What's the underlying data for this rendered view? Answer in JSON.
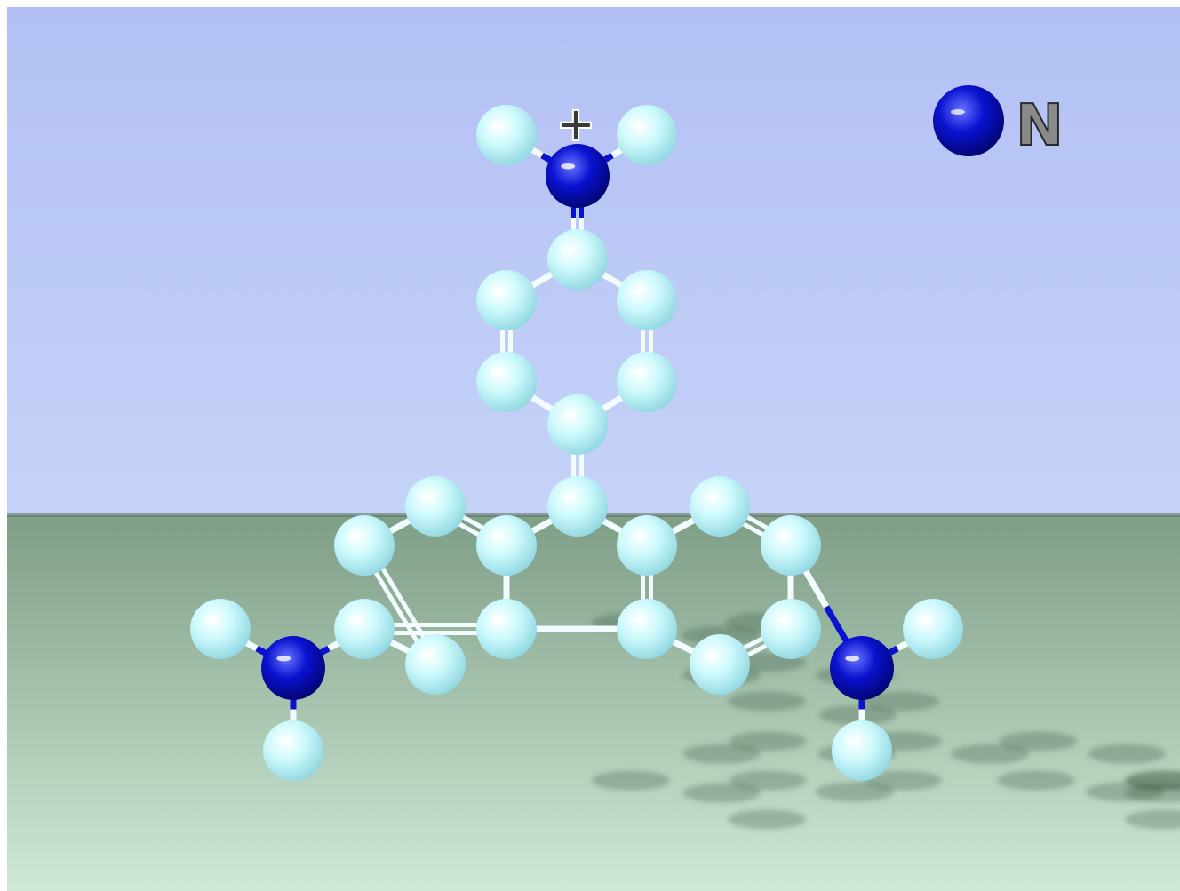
{
  "legend": {
    "symbol": "N",
    "atom_color": "#0a12d0"
  },
  "charge": "+",
  "colors": {
    "sky_top": "#b3c0f4",
    "sky_bottom": "#c5d3f8",
    "floor_top": "#7f9e86",
    "floor_bottom": "#cfe9d6",
    "carbon_atom": "#cdfafc",
    "nitrogen_atom": "#0a12d0",
    "bond": "#f2fbfd"
  },
  "molecule": {
    "atoms": [
      {
        "id": "h1",
        "el": "H"
      },
      {
        "id": "h2",
        "el": "H"
      },
      {
        "id": "n1",
        "el": "N"
      },
      {
        "id": "c1",
        "el": "C"
      },
      {
        "id": "c2",
        "el": "C"
      },
      {
        "id": "c3",
        "el": "C"
      },
      {
        "id": "c4",
        "el": "C"
      },
      {
        "id": "c5",
        "el": "C"
      },
      {
        "id": "c6",
        "el": "C"
      },
      {
        "id": "c7",
        "el": "C"
      },
      {
        "id": "c8",
        "el": "C"
      },
      {
        "id": "c9",
        "el": "C"
      },
      {
        "id": "c10",
        "el": "C"
      },
      {
        "id": "c11",
        "el": "C"
      },
      {
        "id": "c12",
        "el": "C"
      },
      {
        "id": "c13",
        "el": "C"
      },
      {
        "id": "c14",
        "el": "C"
      },
      {
        "id": "c15",
        "el": "C"
      },
      {
        "id": "c16",
        "el": "C"
      },
      {
        "id": "c17",
        "el": "C"
      },
      {
        "id": "c18",
        "el": "C"
      },
      {
        "id": "c19",
        "el": "C"
      },
      {
        "id": "n2",
        "el": "N"
      },
      {
        "id": "h3",
        "el": "H"
      },
      {
        "id": "h4",
        "el": "H"
      },
      {
        "id": "n3",
        "el": "N"
      },
      {
        "id": "h5",
        "el": "H"
      },
      {
        "id": "h6",
        "el": "H"
      }
    ],
    "bonds": [
      [
        "h1",
        "n1",
        1
      ],
      [
        "h2",
        "n1",
        1
      ],
      [
        "n1",
        "c1",
        2
      ],
      [
        "c1",
        "c2",
        1
      ],
      [
        "c1",
        "c3",
        1
      ],
      [
        "c2",
        "c4",
        2
      ],
      [
        "c3",
        "c5",
        2
      ],
      [
        "c4",
        "c6",
        1
      ],
      [
        "c5",
        "c6",
        1
      ],
      [
        "c6",
        "c7",
        2
      ],
      [
        "c7",
        "c8",
        1
      ],
      [
        "c7",
        "c14",
        1
      ],
      [
        "c8",
        "c9",
        1
      ],
      [
        "c8",
        "c12",
        2
      ],
      [
        "c9",
        "c10",
        2
      ],
      [
        "c10",
        "c11",
        1
      ],
      [
        "c11",
        "c13",
        2
      ],
      [
        "c12",
        "c13",
        1
      ],
      [
        "c9",
        "c15",
        1
      ],
      [
        "c14",
        "c15",
        2
      ],
      [
        "c14",
        "c16",
        1
      ],
      [
        "c15",
        "c19",
        1
      ],
      [
        "c16",
        "c17",
        2
      ],
      [
        "c17",
        "c18",
        1
      ],
      [
        "c18",
        "c19",
        2
      ],
      [
        "c10",
        "n2",
        1
      ],
      [
        "n2",
        "h3",
        1
      ],
      [
        "n2",
        "h4",
        1
      ],
      [
        "c17",
        "n3",
        1
      ],
      [
        "n3",
        "h5",
        1
      ],
      [
        "n3",
        "h6",
        1
      ]
    ]
  }
}
